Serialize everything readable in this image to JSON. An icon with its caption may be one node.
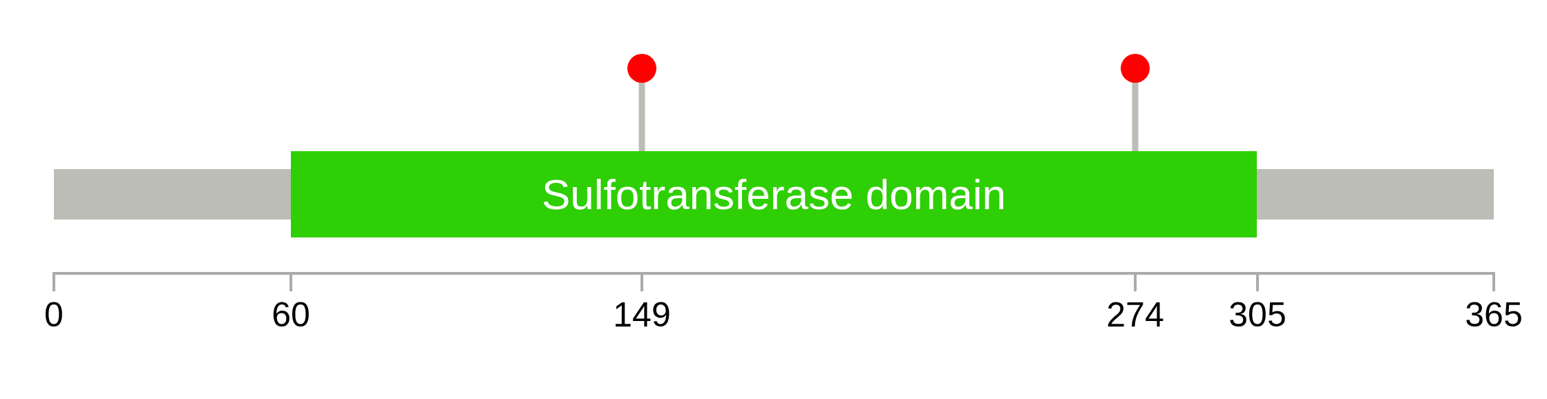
{
  "diagram": {
    "nodes": [
      {
        "text": [],
        "shape": "bar"
      },
      {
        "text": [
          "Sulfotransferase domain"
        ]
      },
      {
        "text": [],
        "shape": "bar"
      },
      {
        "text": [],
        "shape": "circle"
      },
      {
        "text": [],
        "shape": "circle"
      }
    ],
    "edges": [
      {
        "from": 3,
        "to": 1,
        "arrow": "none"
      },
      {
        "from": 4,
        "to": 1,
        "arrow": "none"
      }
    ],
    "labels": [
      "0",
      "60",
      "149",
      "274",
      "305",
      "365"
    ]
  }
}
